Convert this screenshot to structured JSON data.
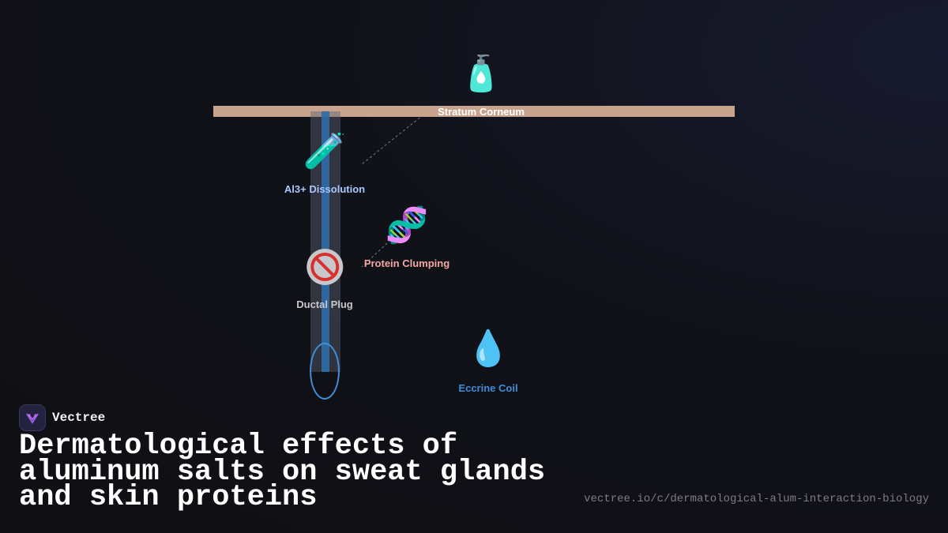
{
  "diagram": {
    "nodes": {
      "stratum_corneum": {
        "icon": "🧴",
        "icon_name": "lotion-bottle-icon",
        "label": "Stratum Corneum",
        "color": "#ffffff"
      },
      "al3_dissolution": {
        "icon": "🧪",
        "icon_name": "test-tube-icon",
        "label": "Al3+ Dissolution",
        "color": "#a9c8ff"
      },
      "protein_clumping": {
        "icon": "🧬",
        "icon_name": "dna-icon",
        "label": "Protein Clumping",
        "color": "#f4a7a3"
      },
      "ductal_plug": {
        "icon_name": "prohibited-icon",
        "label": "Ductal Plug",
        "color": "#c8c8cc"
      },
      "eccrine_coil": {
        "icon": "💧",
        "icon_name": "droplet-icon",
        "label": "Eccrine Coil",
        "color": "#3e8ed8"
      }
    },
    "colors": {
      "skin_layer": "#c8a48f",
      "duct_lumen": "#2f6ca8",
      "coil_outline": "#3e8ed8"
    }
  },
  "brand": {
    "name": "Vectree",
    "logo_icon": "vectree-logo-icon"
  },
  "title": "Dermatological effects of aluminum salts on sweat glands and skin proteins",
  "url": "vectree.io/c/dermatological-alum-interaction-biology"
}
